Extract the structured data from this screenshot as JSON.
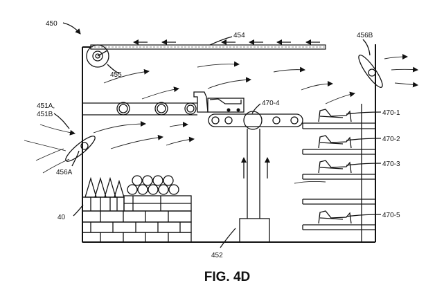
{
  "figure": {
    "caption": "FIG. 4D",
    "labels": {
      "system": "450",
      "fan_a_group": "451A,",
      "fan_b_group": "451B",
      "bottom_elevator": "452",
      "top_belt": "454",
      "roller": "455",
      "fan_a": "456A",
      "fan_b": "456B",
      "item_group": "40",
      "shelf_1": "470-1",
      "shelf_2": "470-2",
      "shelf_3": "470-3",
      "conveyor_item": "470-4",
      "shelf_5": "470-5"
    }
  }
}
